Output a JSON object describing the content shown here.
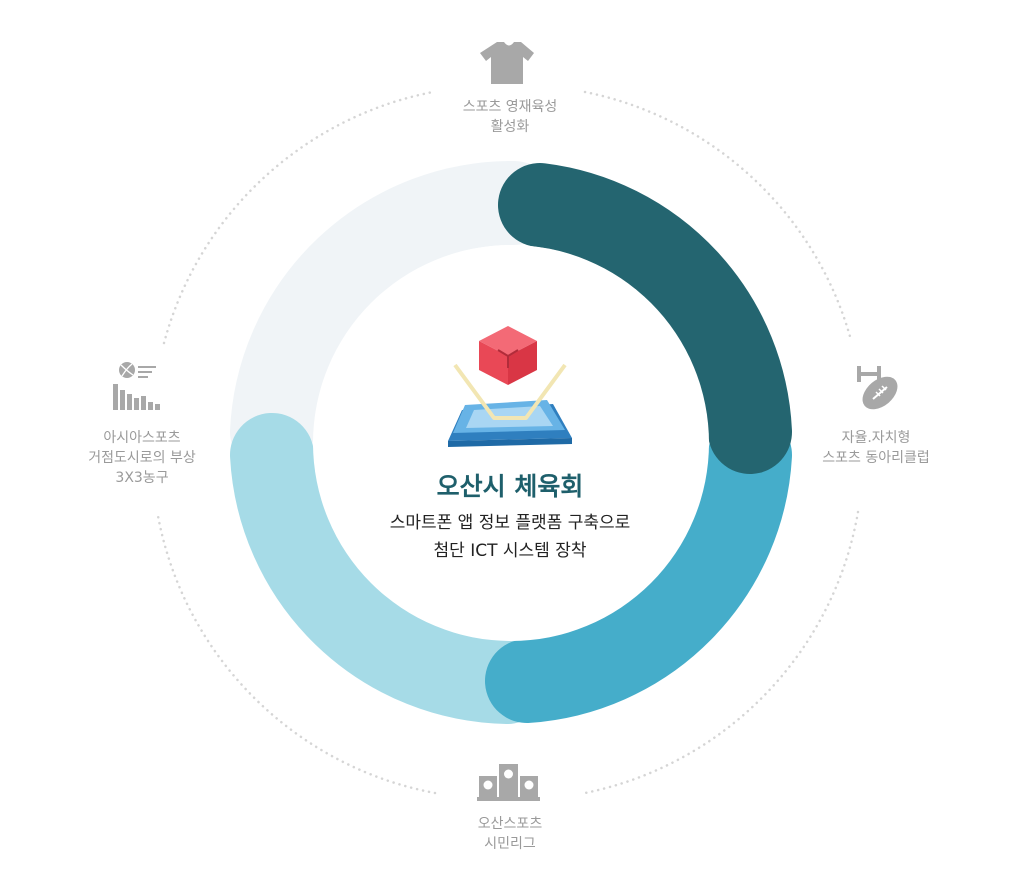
{
  "center": {
    "title": "오산시 체육회",
    "line1": "스마트폰 앱 정보 플랫폼 구축으로",
    "line2": "첨단 ICT 시스템 장착"
  },
  "nodes": [
    {
      "id": "top",
      "icon": "tshirt-icon",
      "lines": [
        "스포츠 영재육성",
        "활성화"
      ]
    },
    {
      "id": "right",
      "icon": "dumbbell-football-icon",
      "lines": [
        "자율.자치형",
        "스포츠 동아리클럽"
      ]
    },
    {
      "id": "bottom",
      "icon": "podium-icon",
      "lines": [
        "오산스포츠",
        "시민리그"
      ]
    },
    {
      "id": "left",
      "icon": "ball-chart-icon",
      "lines": [
        "아시아스포츠",
        "거점도시로의 부상",
        "3X3농구"
      ]
    }
  ],
  "colors": {
    "ring_dark": "#246570",
    "ring_mid": "#45adca",
    "ring_light": "#a6dbe7",
    "ring_pale": "#f0f4f7",
    "icon_gray": "#a8a8a8",
    "label_gray": "#9a9a9a",
    "title_teal": "#1e5f6b",
    "cube_red": "#ef5160",
    "phone_blue": "#3b8fd0"
  }
}
